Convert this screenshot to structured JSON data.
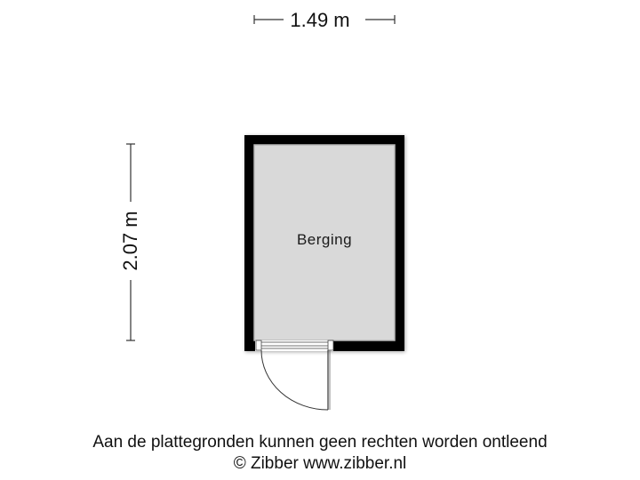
{
  "dimensions": {
    "width_label": "1.49 m",
    "height_label": "2.07 m"
  },
  "rooms": [
    {
      "name": "Berging",
      "fill": "#d9d9d9"
    }
  ],
  "colors": {
    "wall": "#000000",
    "floor": "#d9d9d9",
    "background": "#ffffff",
    "dimension_line": "#333333"
  },
  "footer": {
    "disclaimer": "Aan de plattegronden kunnen geen rechten worden ontleend",
    "copyright": "© Zibber www.zibber.nl"
  }
}
